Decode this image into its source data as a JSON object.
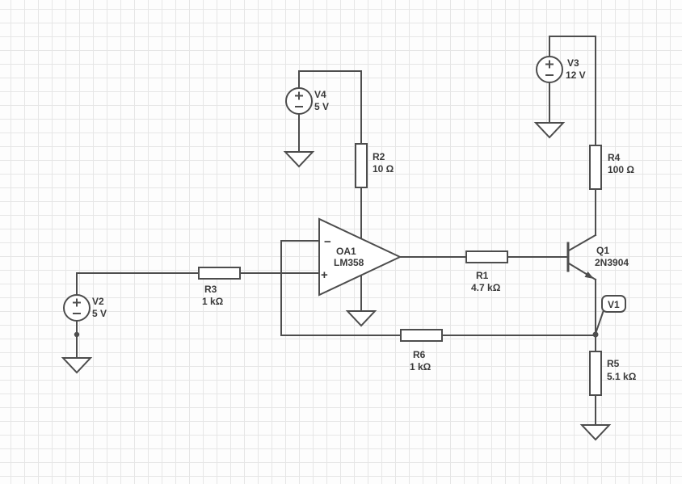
{
  "colors": {
    "bg": "#fdfdfd",
    "grid": "#e6e6e6",
    "wire": "#4d4d4d",
    "label": "#3a3a3a"
  },
  "components": {
    "V2": {
      "name": "V2",
      "value": "5 V"
    },
    "V3": {
      "name": "V3",
      "value": "12 V"
    },
    "V4": {
      "name": "V4",
      "value": "5 V"
    },
    "R1": {
      "name": "R1",
      "value": "4.7 kΩ"
    },
    "R2": {
      "name": "R2",
      "value": "10 Ω"
    },
    "R3": {
      "name": "R3",
      "value": "1 kΩ"
    },
    "R4": {
      "name": "R4",
      "value": "100 Ω"
    },
    "R5": {
      "name": "R5",
      "value": "5.1 kΩ"
    },
    "R6": {
      "name": "R6",
      "value": "1 kΩ"
    },
    "OA1": {
      "name": "OA1",
      "value": "LM358",
      "minus_sign": "−",
      "plus_sign": "+"
    },
    "Q1": {
      "name": "Q1",
      "value": "2N3904"
    },
    "V1": {
      "label": "V1"
    }
  }
}
